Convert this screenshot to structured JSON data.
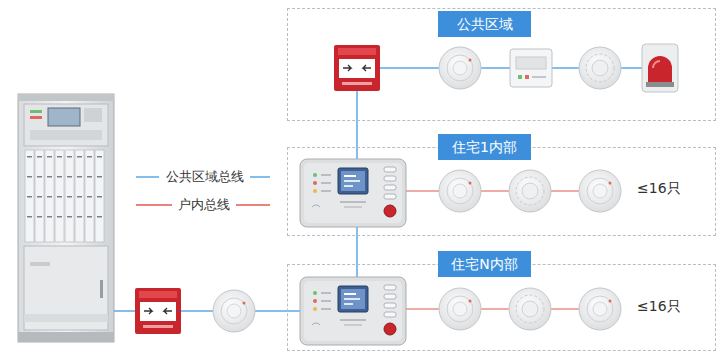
{
  "diagram": {
    "nodes": [
      {
        "text": [
          "公共区域"
        ]
      },
      {
        "text": [
          "住宅1内部"
        ]
      },
      {
        "text": [
          "住宅N内部"
        ]
      }
    ],
    "edges": [
      {
        "from": 0,
        "to": 1,
        "arrow": "none"
      },
      {
        "from": 1,
        "to": 2,
        "arrow": "none"
      }
    ],
    "labels": [
      "≤16只",
      "≤16只"
    ],
    "legend": [
      {
        "text": "公共区域总线"
      },
      {
        "text": "户内总线"
      }
    ]
  }
}
